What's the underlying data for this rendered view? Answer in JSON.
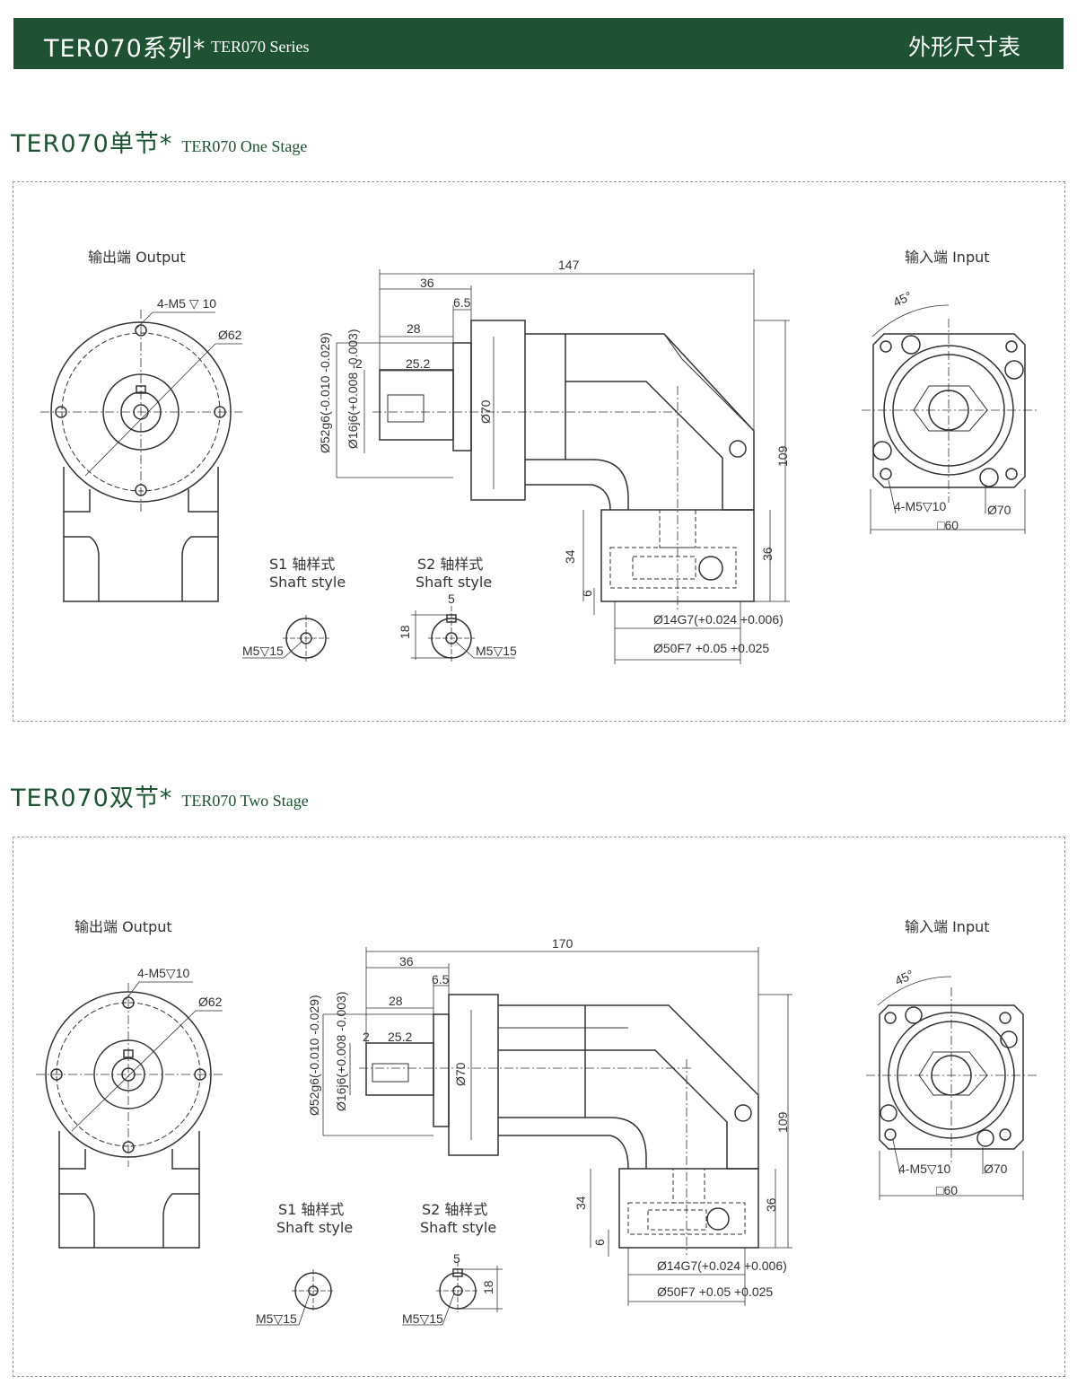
{
  "header": {
    "series_cn": "TER070系列*",
    "series_en": "TER070 Series",
    "right_title": "外形尺寸表"
  },
  "one_stage": {
    "title_cn": "TER070单节*",
    "title_en": "TER070 One Stage",
    "output_label": "输出端  Output",
    "input_label": "输入端  Input",
    "s1_cn": "S1 轴样式",
    "s1_en": "Shaft style",
    "s2_cn": "S2 轴样式",
    "s2_en": "Shaft style",
    "dims": {
      "output_holes": "4-M5 ▽ 10",
      "output_pcd": "Ø62",
      "length_total": "147",
      "len_36": "36",
      "len_6_5": "6.5",
      "len_28": "28",
      "len_2": "2",
      "len_25_2": "25.2",
      "d52": "Ø52g6(-0.010 -0.029)",
      "d16": "Ø16j6(+0.008 -0.003)",
      "d70": "Ø70",
      "height_109": "109",
      "h34": "34",
      "h36": "36",
      "h6": "6",
      "d14": "Ø14G7(+0.024 +0.006)",
      "d50": "Ø50F7 +0.05 +0.025",
      "angle": "45°",
      "input_holes": "4-M5▽10",
      "input_d70": "Ø70",
      "input_sq": "□60",
      "s1_thread": "M5▽15",
      "s2_key": "5",
      "s2_h": "18",
      "s2_thread": "M5▽15"
    }
  },
  "two_stage": {
    "title_cn": "TER070双节*",
    "title_en": "TER070 Two Stage",
    "output_label": "输出端  Output",
    "input_label": "输入端  Input",
    "s1_cn": "S1 轴样式",
    "s1_en": "Shaft style",
    "s2_cn": "S2 轴样式",
    "s2_en": "Shaft style",
    "dims": {
      "output_holes": "4-M5▽10",
      "output_pcd": "Ø62",
      "length_total": "170",
      "len_36": "36",
      "len_6_5": "6.5",
      "len_28": "28",
      "len_2": "2",
      "len_25_2": "25.2",
      "d52": "Ø52g6(-0.010 -0.029)",
      "d16": "Ø16j6(+0.008 -0.003)",
      "d70": "Ø70",
      "height_109": "109",
      "h34": "34",
      "h36": "36",
      "h6": "6",
      "d14": "Ø14G7(+0.024 +0.006)",
      "d50": "Ø50F7 +0.05 +0.025",
      "angle": "45°",
      "input_holes": "4-M5▽10",
      "input_d70": "Ø70",
      "input_sq": "□60",
      "s1_thread": "M5▽15",
      "s2_key": "5",
      "s2_h": "18",
      "s2_thread": "M5▽15"
    }
  },
  "colors": {
    "header_bg": "#1e5233",
    "title_green": "#1e5233",
    "line": "#333333"
  }
}
